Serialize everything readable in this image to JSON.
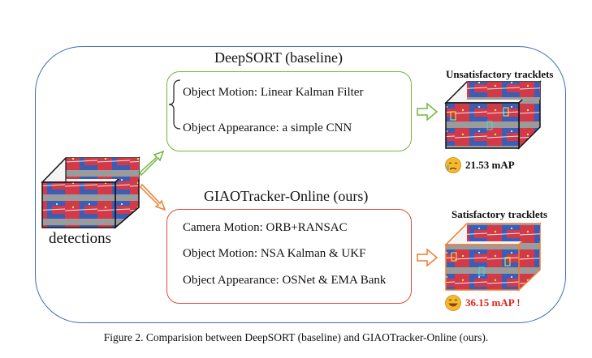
{
  "deepsort": {
    "title": "DeepSORT (baseline)",
    "items": [
      "Object Motion: Linear Kalman Filter",
      "Object Appearance: a simple CNN"
    ],
    "result_label": "Unsatisfactory tracklets",
    "score": "21.53 mAP",
    "color": "#72b541"
  },
  "giao": {
    "title": "GIAOTracker-Online (ours)",
    "items": [
      "Camera Motion: ORB+RANSAC",
      "Object Motion: NSA Kalman & UKF",
      "Object Appearance: OSNet & EMA Bank"
    ],
    "result_label": "Satisfactory tracklets",
    "score": "36.15 mAP !",
    "color": "#e34b3a",
    "score_color": "#e0241a"
  },
  "input": {
    "label": "detections"
  },
  "caption": "Figure 2. Comparision between DeepSORT (baseline) and GIAOTracker-Online (ours).",
  "colors": {
    "frame": "#3b6fb6",
    "green": "#72b541",
    "orange": "#ee7d31",
    "red": "#e34b3a",
    "emoji": "#f6b92b"
  }
}
